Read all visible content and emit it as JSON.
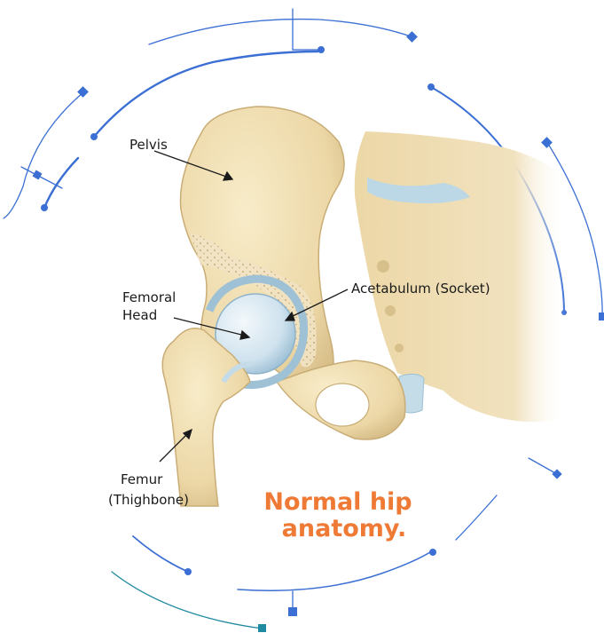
{
  "labels": {
    "pelvis": "Pelvis",
    "femoral_head_line1": "Femoral",
    "femoral_head_line2": "Head",
    "acetabulum": "Acetabulum (Socket)",
    "femur_line1": "Femur",
    "femur_line2": "(Thighbone)"
  },
  "caption": {
    "line1": "Normal hip",
    "line2": "anatomy."
  },
  "colors": {
    "accent_blue": "#3b6fd4",
    "accent_teal": "#1f8aa0",
    "caption_orange": "#ee7a35",
    "bone": "#efdcae",
    "bone_shadow": "#d8c08c",
    "cartilage": "#c4dbe8"
  }
}
